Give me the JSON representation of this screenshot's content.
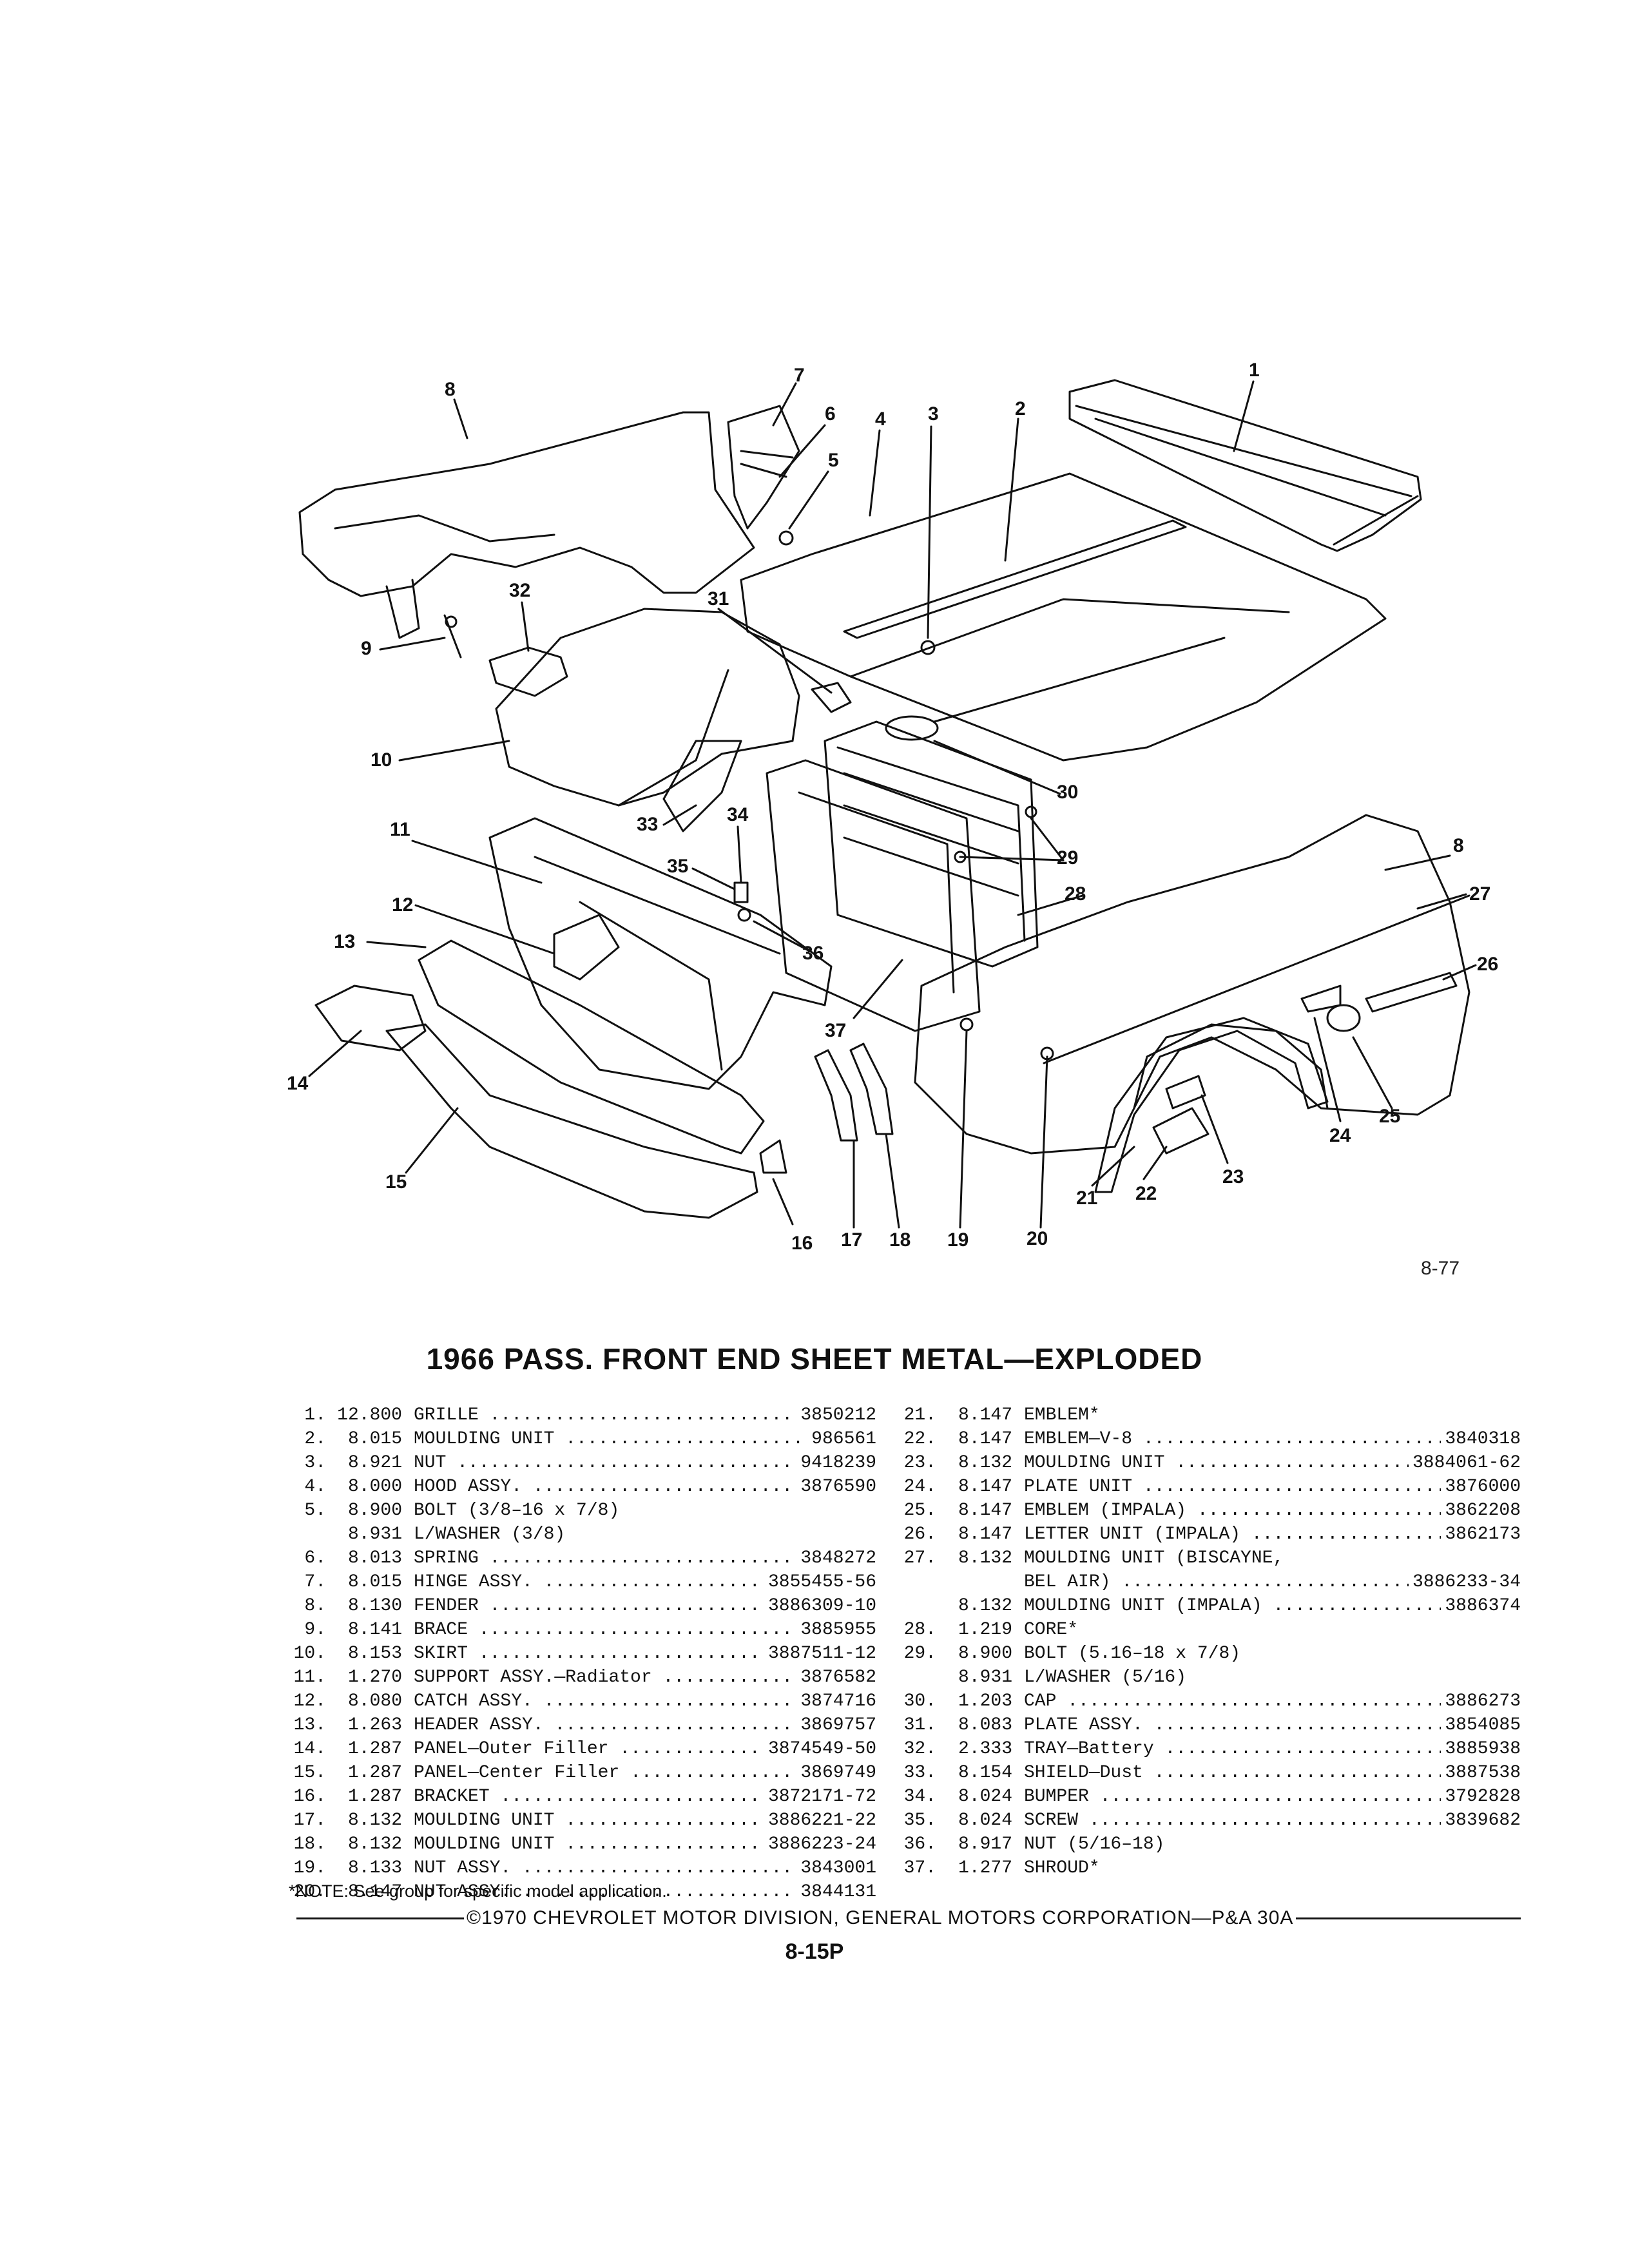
{
  "diagram": {
    "callouts": [
      "1",
      "2",
      "3",
      "4",
      "5",
      "6",
      "7",
      "8",
      "8",
      "9",
      "10",
      "11",
      "12",
      "13",
      "14",
      "15",
      "16",
      "17",
      "18",
      "19",
      "20",
      "21",
      "22",
      "23",
      "24",
      "25",
      "26",
      "27",
      "28",
      "29",
      "30",
      "31",
      "32",
      "33",
      "34",
      "35",
      "36",
      "37"
    ],
    "figure_number": "8-77"
  },
  "title": "1966 PASS. FRONT END SHEET METAL—EXPLODED",
  "parts_left": [
    {
      "no": "1.",
      "code": "12.800",
      "desc": "GRILLE",
      "part": "3850212",
      "dots": true
    },
    {
      "no": "2.",
      "code": "8.015",
      "desc": "MOULDING UNIT",
      "part": "986561",
      "dots": true
    },
    {
      "no": "3.",
      "code": "8.921",
      "desc": "NUT",
      "part": "9418239",
      "dots": true
    },
    {
      "no": "4.",
      "code": "8.000",
      "desc": "HOOD ASSY.",
      "part": "3876590",
      "dots": true
    },
    {
      "no": "5.",
      "code": "8.900",
      "desc": "BOLT (3/8–16 x 7/8)",
      "part": "",
      "dots": false
    },
    {
      "no": "",
      "code": "8.931",
      "desc": "L/WASHER (3/8)",
      "part": "",
      "dots": false
    },
    {
      "no": "6.",
      "code": "8.013",
      "desc": "SPRING",
      "part": "3848272",
      "dots": true
    },
    {
      "no": "7.",
      "code": "8.015",
      "desc": "HINGE ASSY.",
      "part": "3855455-56",
      "dots": true
    },
    {
      "no": "8.",
      "code": "8.130",
      "desc": "FENDER",
      "part": "3886309-10",
      "dots": true
    },
    {
      "no": "9.",
      "code": "8.141",
      "desc": "BRACE",
      "part": "3885955",
      "dots": true
    },
    {
      "no": "10.",
      "code": "8.153",
      "desc": "SKIRT",
      "part": "3887511-12",
      "dots": true
    },
    {
      "no": "11.",
      "code": "1.270",
      "desc": "SUPPORT ASSY.—Radiator",
      "part": "3876582",
      "dots": true
    },
    {
      "no": "12.",
      "code": "8.080",
      "desc": "CATCH ASSY.",
      "part": "3874716",
      "dots": true
    },
    {
      "no": "13.",
      "code": "1.263",
      "desc": "HEADER ASSY.",
      "part": "3869757",
      "dots": true
    },
    {
      "no": "14.",
      "code": "1.287",
      "desc": "PANEL—Outer Filler",
      "part": "3874549-50",
      "dots": true
    },
    {
      "no": "15.",
      "code": "1.287",
      "desc": "PANEL—Center Filler",
      "part": "3869749",
      "dots": true
    },
    {
      "no": "16.",
      "code": "1.287",
      "desc": "BRACKET",
      "part": "3872171-72",
      "dots": true
    },
    {
      "no": "17.",
      "code": "8.132",
      "desc": "MOULDING UNIT",
      "part": "3886221-22",
      "dots": true
    },
    {
      "no": "18.",
      "code": "8.132",
      "desc": "MOULDING UNIT",
      "part": "3886223-24",
      "dots": true
    },
    {
      "no": "19.",
      "code": "8.133",
      "desc": "NUT ASSY.",
      "part": "3843001",
      "dots": true
    },
    {
      "no": "20.",
      "code": "8.147",
      "desc": "NUT ASSY.",
      "part": "3844131",
      "dots": true
    }
  ],
  "parts_right": [
    {
      "no": "21.",
      "code": "8.147",
      "desc": "EMBLEM*",
      "part": "",
      "dots": false
    },
    {
      "no": "22.",
      "code": "8.147",
      "desc": "EMBLEM—V-8",
      "part": "3840318",
      "dots": true
    },
    {
      "no": "23.",
      "code": "8.132",
      "desc": "MOULDING UNIT",
      "part": "3884061-62",
      "dots": true
    },
    {
      "no": "24.",
      "code": "8.147",
      "desc": "PLATE UNIT",
      "part": "3876000",
      "dots": true
    },
    {
      "no": "25.",
      "code": "8.147",
      "desc": "EMBLEM (IMPALA)",
      "part": "3862208",
      "dots": true
    },
    {
      "no": "26.",
      "code": "8.147",
      "desc": "LETTER UNIT (IMPALA)",
      "part": "3862173",
      "dots": true
    },
    {
      "no": "27.",
      "code": "8.132",
      "desc": "MOULDING UNIT (BISCAYNE,",
      "part": "",
      "dots": false
    },
    {
      "no": "",
      "code": "",
      "desc": "BEL AIR)",
      "part": "3886233-34",
      "dots": true
    },
    {
      "no": "",
      "code": "8.132",
      "desc": "MOULDING UNIT (IMPALA)",
      "part": "3886374",
      "dots": true
    },
    {
      "no": "28.",
      "code": "1.219",
      "desc": "CORE*",
      "part": "",
      "dots": false
    },
    {
      "no": "29.",
      "code": "8.900",
      "desc": "BOLT (5.16–18 x 7/8)",
      "part": "",
      "dots": false
    },
    {
      "no": "",
      "code": "8.931",
      "desc": "L/WASHER (5/16)",
      "part": "",
      "dots": false
    },
    {
      "no": "30.",
      "code": "1.203",
      "desc": "CAP",
      "part": "3886273",
      "dots": true
    },
    {
      "no": "31.",
      "code": "8.083",
      "desc": "PLATE ASSY.",
      "part": "3854085",
      "dots": true
    },
    {
      "no": "32.",
      "code": "2.333",
      "desc": "TRAY—Battery",
      "part": "3885938",
      "dots": true
    },
    {
      "no": "33.",
      "code": "8.154",
      "desc": "SHIELD—Dust",
      "part": "3887538",
      "dots": true
    },
    {
      "no": "34.",
      "code": "8.024",
      "desc": "BUMPER",
      "part": "3792828",
      "dots": true
    },
    {
      "no": "35.",
      "code": "8.024",
      "desc": "SCREW",
      "part": "3839682",
      "dots": true
    },
    {
      "no": "36.",
      "code": "8.917",
      "desc": "NUT (5/16–18)",
      "part": "",
      "dots": false
    },
    {
      "no": "37.",
      "code": "1.277",
      "desc": "SHROUD*",
      "part": "",
      "dots": false
    }
  ],
  "note": "*NOTE: See group for specific model application.",
  "footer": "©1970 CHEVROLET MOTOR DIVISION, GENERAL MOTORS CORPORATION—P&A 30A",
  "page_number": "8-15P"
}
